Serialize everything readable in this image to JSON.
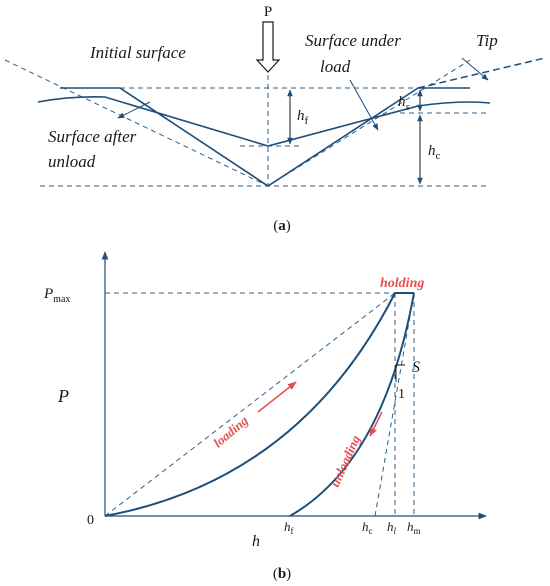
{
  "panel_a": {
    "label_load": "P",
    "label_initial": "Initial surface",
    "label_under_1": "Surface under",
    "label_under_2": "load",
    "label_tip": "Tip",
    "label_after_1": "Surface after",
    "label_after_2": "unload",
    "label_hf_main": "h",
    "label_hf_sub": "f",
    "label_hs_main": "h",
    "label_hs_sub": "s",
    "label_hc_main": "h",
    "label_hc_sub": "c",
    "caption": "(a)",
    "caption_open": "(",
    "caption_letter": "a",
    "caption_close": ")"
  },
  "panel_b": {
    "pmax_main": "P",
    "pmax_sub": "max",
    "holding": "holding",
    "S": "S",
    "one": "1",
    "P": "P",
    "loading": "loading",
    "unloading": "unloading",
    "origin": "0",
    "h": "h",
    "hf_main": "h",
    "hf_sub": "f",
    "hc_main": "h",
    "hc_sub": "c",
    "hl_main": "h",
    "hl_sub": "l",
    "hm_main": "h",
    "hm_sub": "m",
    "caption_open": "(",
    "caption_letter": "b",
    "caption_close": ")"
  },
  "colors": {
    "curve": "#1d4e7a",
    "annotation": "#e5504f"
  }
}
